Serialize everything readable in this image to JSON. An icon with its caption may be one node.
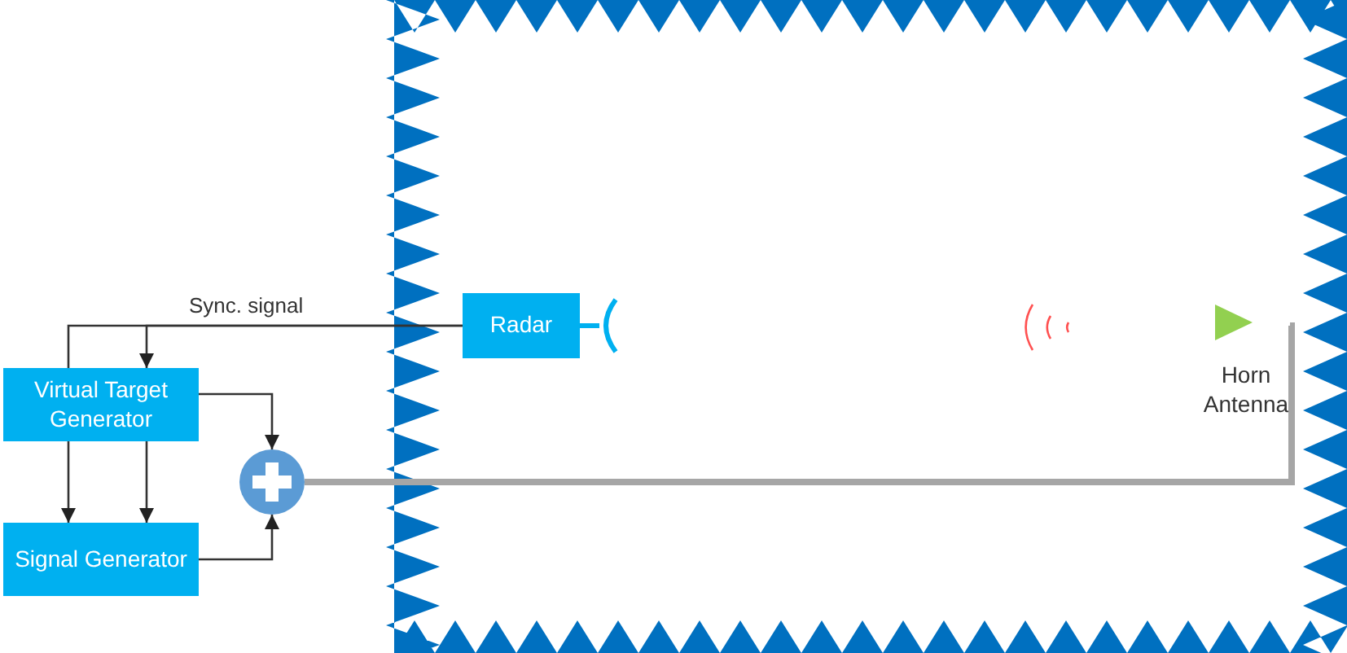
{
  "diagram": {
    "nodes": [
      {
        "text": [
          "Radar"
        ]
      },
      {
        "text": [
          "Virtual Target Generator"
        ]
      },
      {
        "text": [
          "Signal Generator"
        ]
      },
      {
        "text": [],
        "shape": "circle"
      },
      {
        "text": [
          "Horn Antenna"
        ]
      }
    ],
    "edges": [
      {
        "from": 0,
        "to": 1,
        "arrow": "to",
        "label": "Sync. signal"
      },
      {
        "from": 0,
        "to": 1,
        "arrow": "none"
      },
      {
        "from": 1,
        "to": 2,
        "arrow": "to"
      },
      {
        "from": 1,
        "to": 2,
        "arrow": "to"
      },
      {
        "from": 1,
        "to": 3,
        "arrow": "to"
      },
      {
        "from": 2,
        "to": 3,
        "arrow": "to"
      },
      {
        "from": 3,
        "to": 4,
        "arrow": "none",
        "style": "thick",
        "color": "#a6a6a6"
      }
    ]
  }
}
